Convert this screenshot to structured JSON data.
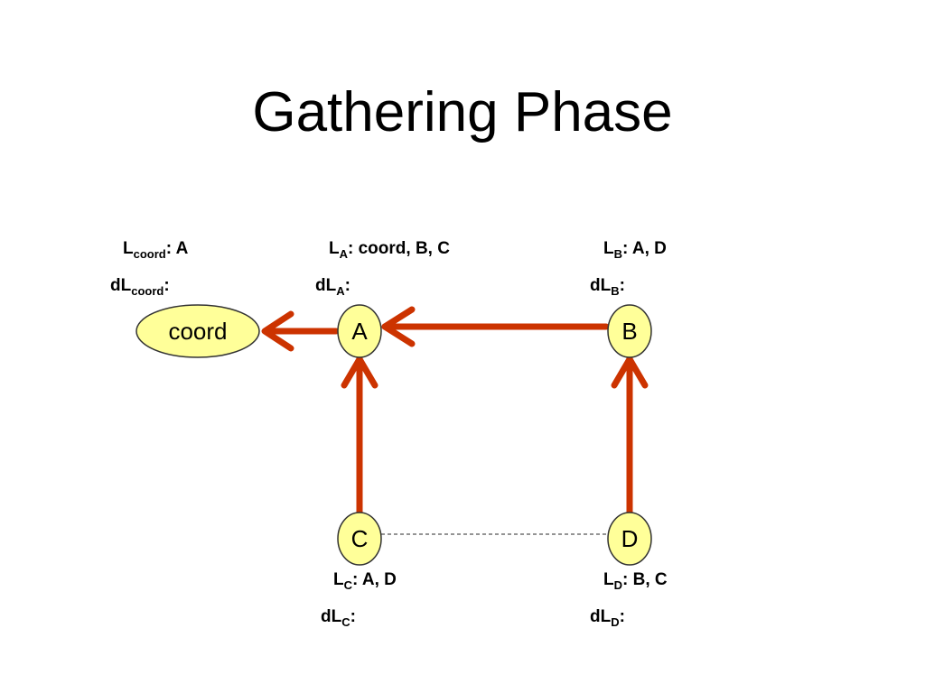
{
  "slide": {
    "title": "Gathering Phase"
  },
  "colors": {
    "arrow": "#cc3300",
    "node_fill": "#ffff99",
    "node_stroke": "#333333",
    "dashed_link": "#555555"
  },
  "nodes": {
    "coord": "coord",
    "a": "A",
    "b": "B",
    "c": "C",
    "d": "D"
  },
  "edges": [
    {
      "from": "A",
      "to": "coord",
      "style": "solid-arrow"
    },
    {
      "from": "B",
      "to": "A",
      "style": "solid-arrow"
    },
    {
      "from": "C",
      "to": "A",
      "style": "solid-arrow"
    },
    {
      "from": "D",
      "to": "B",
      "style": "solid-arrow"
    },
    {
      "from": "C",
      "to": "D",
      "style": "dashed-line"
    }
  ],
  "annotations": {
    "coord": {
      "l_prefix": "L",
      "l_sub": "coord",
      "l_value": ": A",
      "dl_prefix": "dL",
      "dl_sub": "coord",
      "dl_value": ":"
    },
    "a": {
      "l_prefix": "L",
      "l_sub": "A",
      "l_value": ": coord, B, C",
      "dl_prefix": "dL",
      "dl_sub": "A",
      "dl_value": ":"
    },
    "b": {
      "l_prefix": "L",
      "l_sub": "B",
      "l_value": ": A, D",
      "dl_prefix": "dL",
      "dl_sub": "B",
      "dl_value": ":"
    },
    "c": {
      "l_prefix": "L",
      "l_sub": "C",
      "l_value": ": A, D",
      "dl_prefix": "dL",
      "dl_sub": "C",
      "dl_value": ":"
    },
    "d": {
      "l_prefix": "L",
      "l_sub": "D",
      "l_value": ": B, C",
      "dl_prefix": "dL",
      "dl_sub": "D",
      "dl_value": ":"
    }
  }
}
